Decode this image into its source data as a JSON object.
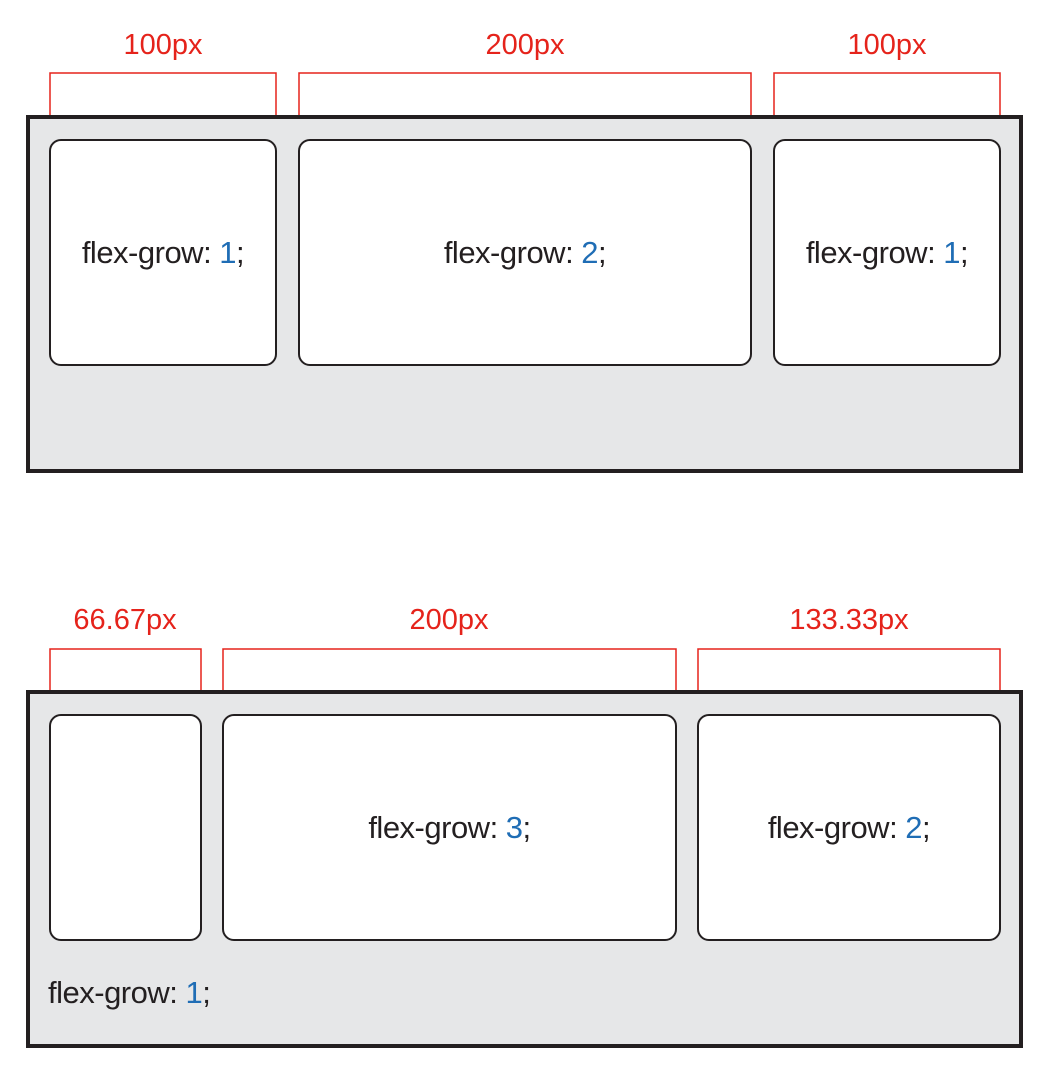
{
  "colors": {
    "dimension": "#e5231b",
    "value": "#1f6db5",
    "text": "#231f20",
    "container_fill": "#e6e7e8",
    "box_fill": "#ffffff"
  },
  "examples": [
    {
      "dimensions": [
        "100px",
        "200px",
        "100px"
      ],
      "boxes": [
        {
          "property": "flex-grow: ",
          "value": "1",
          "terminator": ";"
        },
        {
          "property": "flex-grow: ",
          "value": "2",
          "terminator": ";"
        },
        {
          "property": "flex-grow: ",
          "value": "1",
          "terminator": ";"
        }
      ]
    },
    {
      "dimensions": [
        "66.67px",
        "200px",
        "133.33px"
      ],
      "boxes": [
        {
          "property": "flex-grow: ",
          "value": "1",
          "terminator": ";"
        },
        {
          "property": "flex-grow: ",
          "value": "3",
          "terminator": ";"
        },
        {
          "property": "flex-grow: ",
          "value": "2",
          "terminator": ";"
        }
      ]
    }
  ]
}
